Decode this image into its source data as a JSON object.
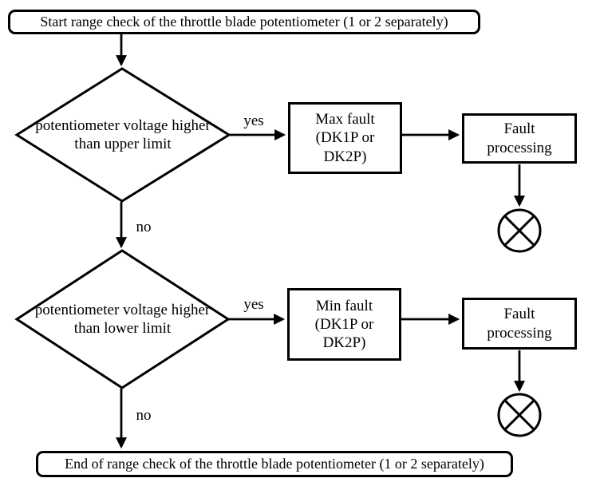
{
  "diagram": {
    "type": "flowchart",
    "background_color": "#ffffff",
    "line_color": "#000000",
    "nodes": {
      "start": "Start range check of the throttle blade potentiometer (1 or 2 separately)",
      "decision_upper": "potentiometer voltage higher\nthan upper limit",
      "max_fault": "Max fault\n(DK1P or\nDK2P)",
      "fault_processing_top": "Fault\nprocessing",
      "decision_lower": "potentiometer voltage higher\nthan lower limit",
      "min_fault": "Min fault\n(DK1P or\nDK2P)",
      "fault_processing_bottom": "Fault\nprocessing",
      "end": "End of range check of the throttle blade potentiometer (1 or 2 separately)"
    },
    "edge_labels": {
      "upper_yes": "yes",
      "upper_no": "no",
      "lower_yes": "yes",
      "lower_no": "no"
    },
    "edges": [
      {
        "from": "start",
        "to": "decision_upper",
        "label": ""
      },
      {
        "from": "decision_upper",
        "to": "max_fault",
        "label": "yes"
      },
      {
        "from": "max_fault",
        "to": "fault_processing_top",
        "label": ""
      },
      {
        "from": "fault_processing_top",
        "to": "terminator_top",
        "label": ""
      },
      {
        "from": "decision_upper",
        "to": "decision_lower",
        "label": "no"
      },
      {
        "from": "decision_lower",
        "to": "min_fault",
        "label": "yes"
      },
      {
        "from": "min_fault",
        "to": "fault_processing_bottom",
        "label": ""
      },
      {
        "from": "fault_processing_bottom",
        "to": "terminator_bottom",
        "label": ""
      },
      {
        "from": "decision_lower",
        "to": "end",
        "label": "no"
      }
    ]
  }
}
